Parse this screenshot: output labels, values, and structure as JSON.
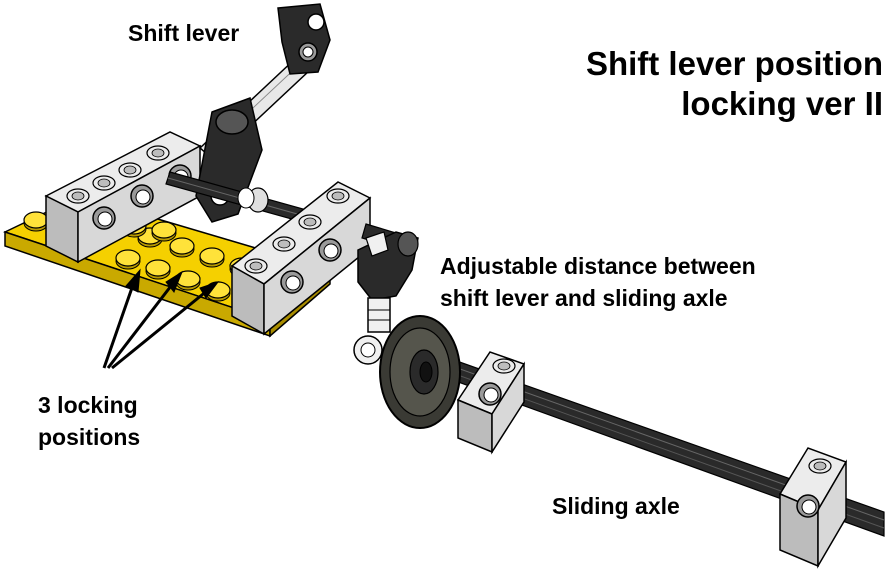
{
  "title": {
    "line1": "Shift lever position",
    "line2": "locking ver II"
  },
  "labels": {
    "shift_lever": "Shift lever",
    "adjustable_line1": "Adjustable distance between",
    "adjustable_line2": "shift lever and sliding axle",
    "locking_line1": "3 locking",
    "locking_line2": "positions",
    "sliding_axle": "Sliding axle"
  },
  "colors": {
    "plate_yellow": "#f5d000",
    "brick_gray": "#d8d8d8",
    "part_black": "#2a2a2a",
    "outline": "#000000"
  }
}
